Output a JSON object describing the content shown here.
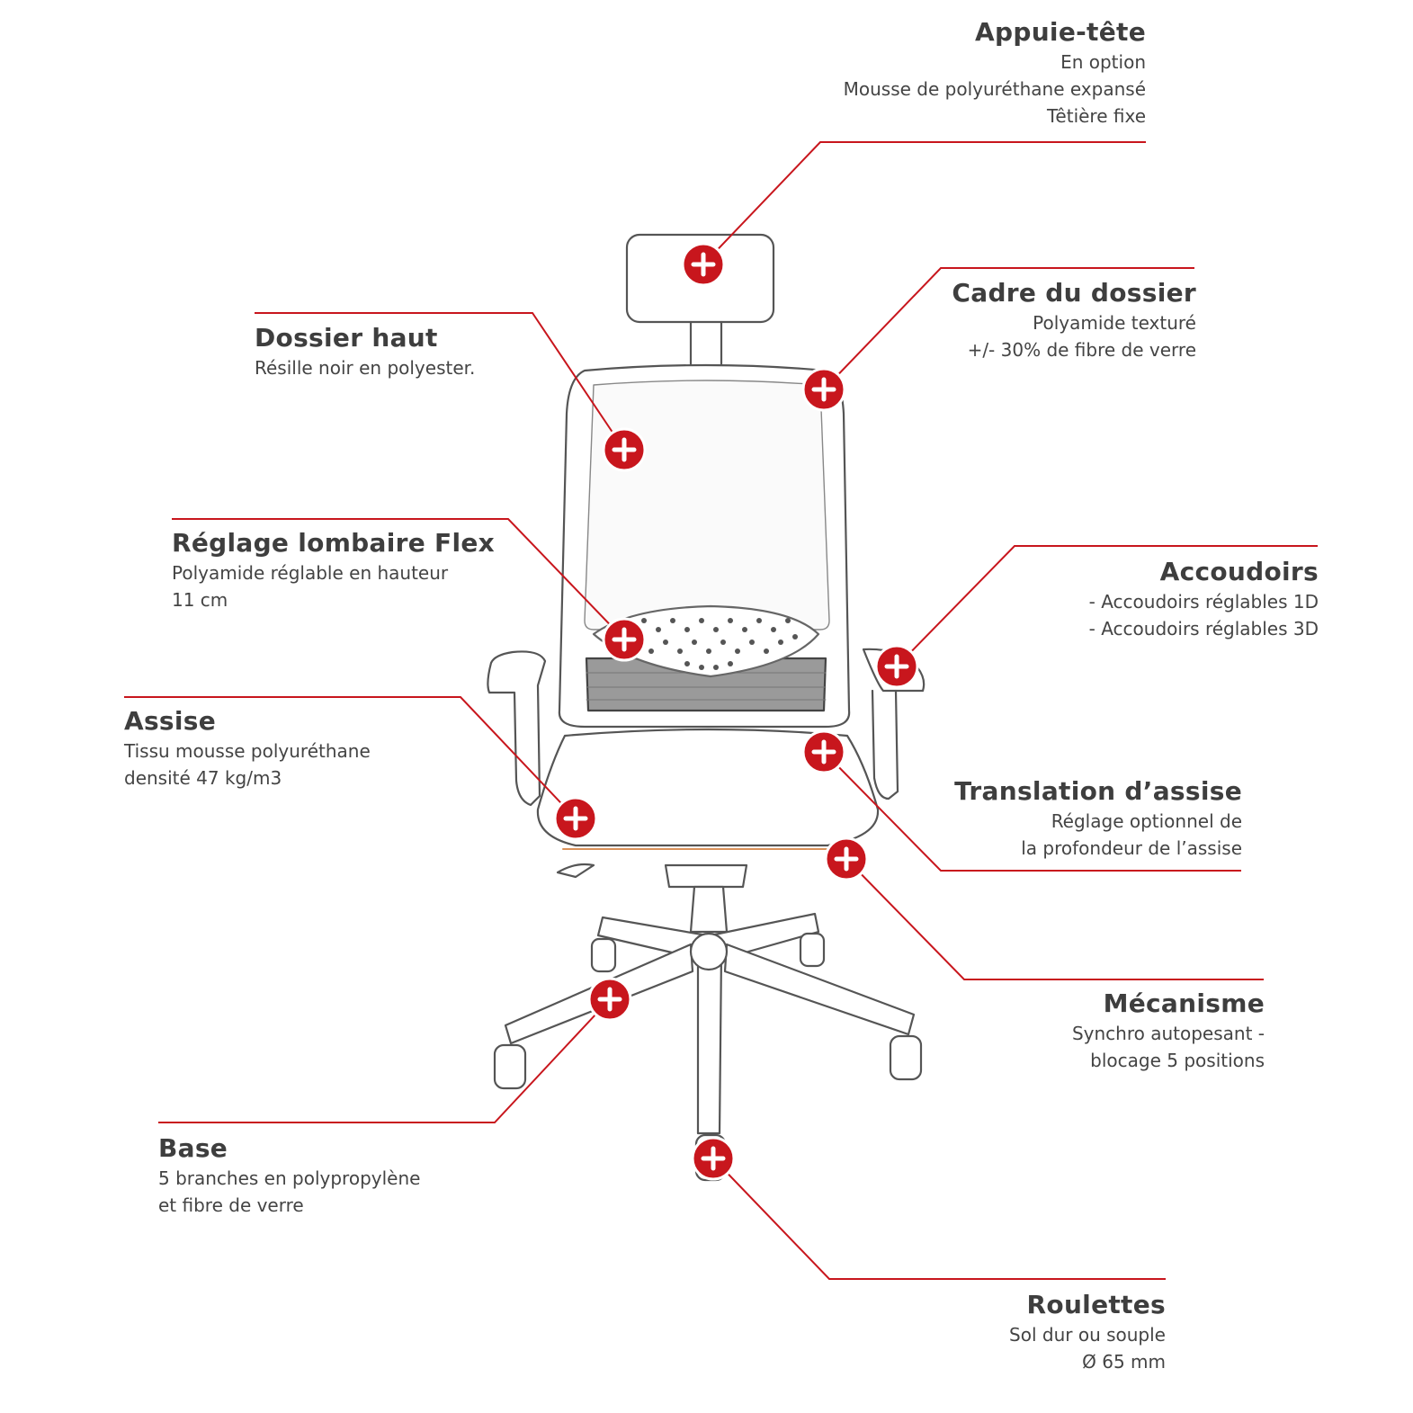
{
  "accent_color": "#c8161d",
  "callouts": {
    "appuie_tete": {
      "title": "Appuie-tête",
      "lines": [
        "En option",
        "Mousse de polyuréthane expansé",
        "Têtière fixe"
      ]
    },
    "cadre_dossier": {
      "title": "Cadre du dossier",
      "lines": [
        "Polyamide texturé",
        "+/- 30% de fibre de verre"
      ]
    },
    "dossier_haut": {
      "title": "Dossier haut",
      "lines": [
        "Résille noir en polyester."
      ]
    },
    "reglage_lombaire": {
      "title": "Réglage lombaire Flex",
      "lines": [
        "Polyamide réglable en hauteur",
        "11 cm"
      ]
    },
    "accoudoirs": {
      "title": "Accoudoirs",
      "lines": [
        "- Accoudoirs réglables 1D",
        "- Accoudoirs réglables 3D"
      ]
    },
    "assise": {
      "title": "Assise",
      "lines": [
        "Tissu mousse polyuréthane",
        "densité 47 kg/m3"
      ]
    },
    "translation": {
      "title": "Translation d’assise",
      "lines": [
        "Réglage optionnel de",
        "la profondeur de l’assise"
      ]
    },
    "mecanisme": {
      "title": "Mécanisme",
      "lines": [
        "Synchro autopesant -",
        "blocage 5 positions"
      ]
    },
    "base": {
      "title": "Base",
      "lines": [
        "5 branches en polypropylène",
        "et fibre de verre"
      ]
    },
    "roulettes": {
      "title": "Roulettes",
      "lines": [
        "Sol dur ou souple",
        "Ø 65 mm"
      ]
    }
  },
  "hotspot_icon": "plus-circle-icon"
}
